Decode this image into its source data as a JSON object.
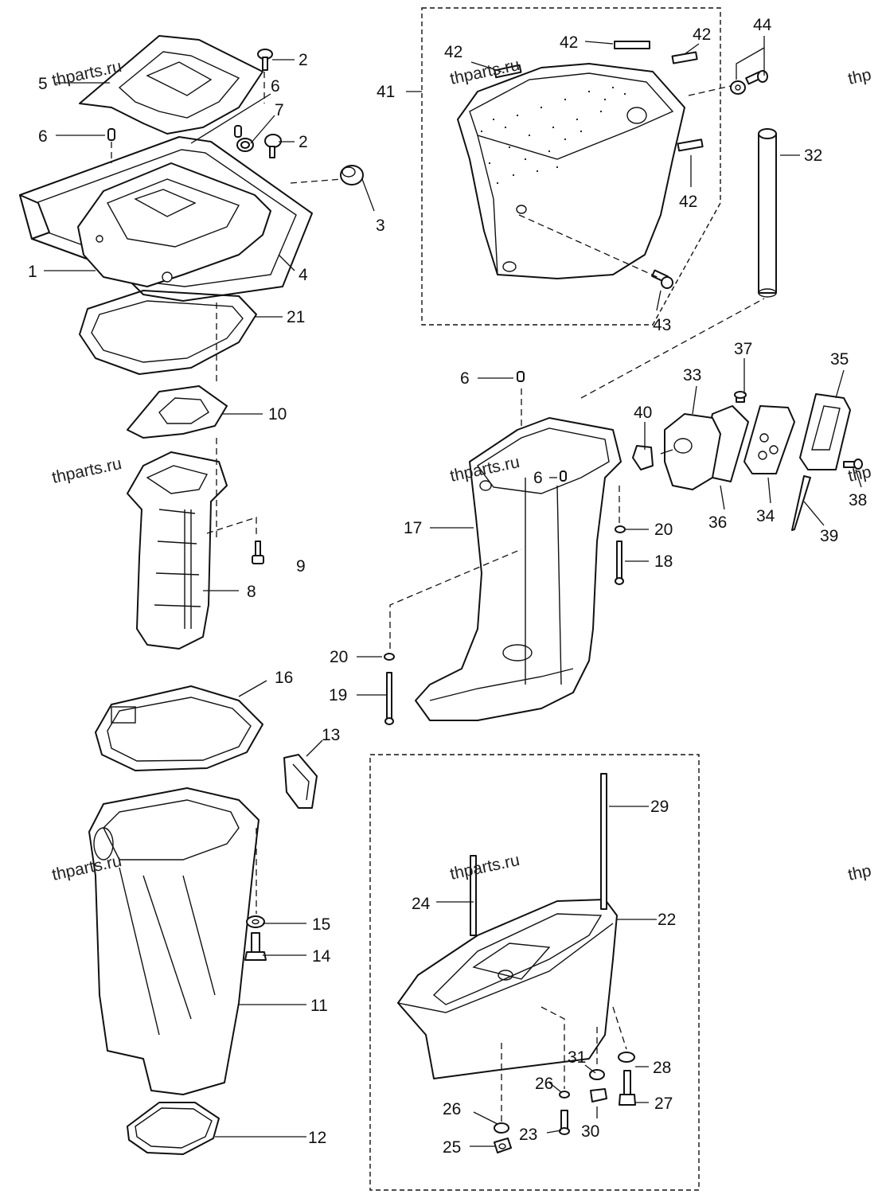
{
  "watermarks": [
    "thparts.ru",
    "thparts.ru",
    "thparts.ru",
    "thparts.ru",
    "thparts.ru",
    "thp",
    "thp",
    "thp"
  ],
  "callouts": [
    "1",
    "2",
    "2",
    "3",
    "4",
    "5",
    "6",
    "6",
    "6",
    "6",
    "7",
    "8",
    "9",
    "10",
    "11",
    "12",
    "13",
    "14",
    "15",
    "16",
    "17",
    "18",
    "19",
    "20",
    "20",
    "21",
    "22",
    "23",
    "24",
    "25",
    "26",
    "26",
    "27",
    "28",
    "29",
    "30",
    "31",
    "32",
    "33",
    "34",
    "35",
    "36",
    "37",
    "38",
    "39",
    "40",
    "41",
    "42",
    "42",
    "42",
    "42",
    "43",
    "44"
  ]
}
